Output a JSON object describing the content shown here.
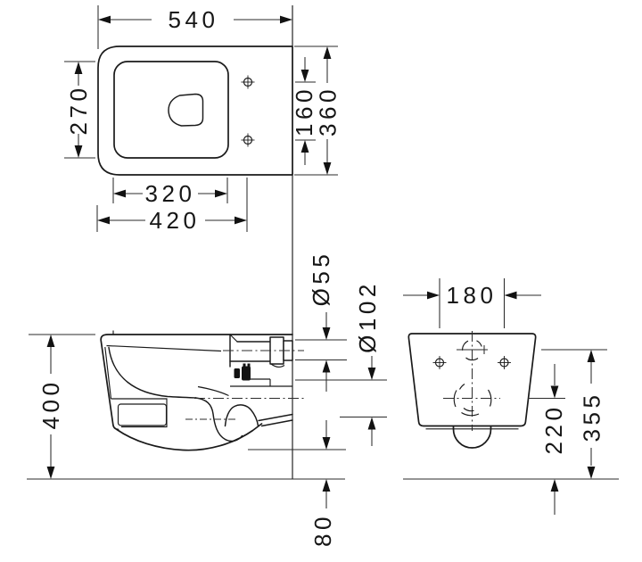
{
  "views": {
    "plan": {
      "dims": {
        "overall_width": "540",
        "seat_cutout_depth": "270",
        "seat_cutout_width": "320",
        "front_to_fixing_holes": "420",
        "fixing_hole_spacing": "160",
        "overall_depth": "360"
      }
    },
    "side": {
      "dims": {
        "overall_height": "400",
        "flush_pipe_diameter": "Ø55",
        "outlet_pipe_diameter": "Ø102",
        "underside_clearance": "80"
      }
    },
    "rear": {
      "dims": {
        "fixing_hole_spacing": "180",
        "outlet_axis_height": "220",
        "flush_pipe_axis_height": "355"
      }
    }
  }
}
